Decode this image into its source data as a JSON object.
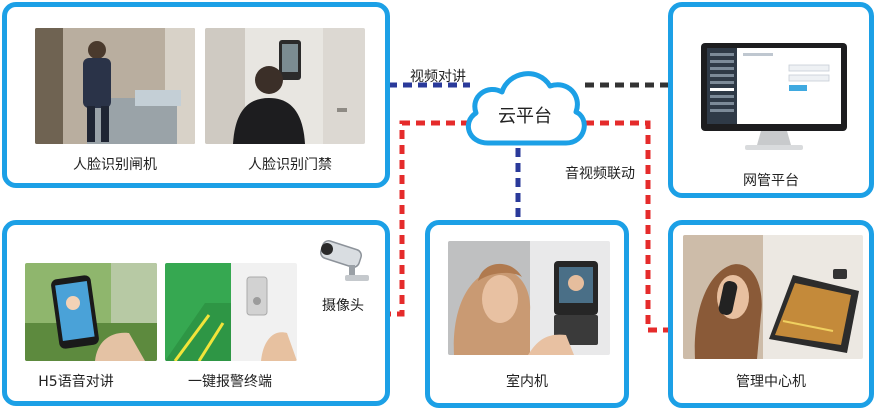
{
  "cloud": {
    "label": "云平台"
  },
  "connections": {
    "video_intercom": "视频对讲",
    "av_linkage": "音视频联动"
  },
  "devices": {
    "face_gate": "人脸识别闸机",
    "face_access": "人脸识别门禁",
    "network_mgmt": "网管平台",
    "h5_intercom": "H5语音对讲",
    "alarm_terminal": "一键报警终端",
    "camera": "摄像头",
    "indoor_unit": "室内机",
    "mgmt_center": "管理中心机"
  },
  "colors": {
    "box_border": "#1ca0e6",
    "line_blue": "#2a3a9a",
    "line_red": "#e52b2b",
    "line_dark": "#333333"
  }
}
